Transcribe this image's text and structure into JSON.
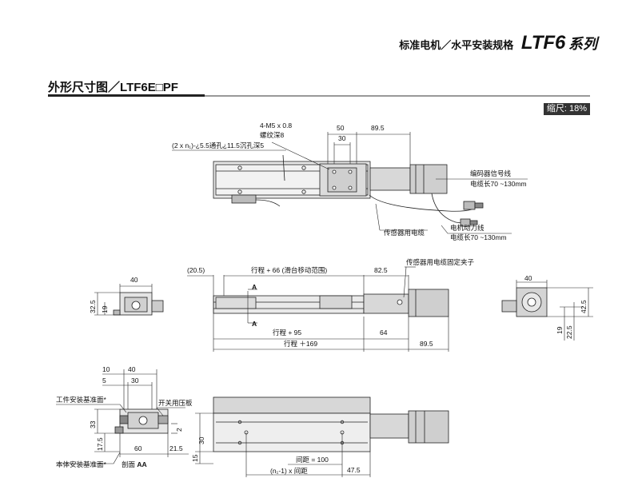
{
  "header": {
    "title": "标准电机／水平安装规格",
    "code": "LTF6",
    "series": "系列"
  },
  "section": {
    "title_prefix": "外形尺寸图／",
    "model": "LTF6E□PF"
  },
  "scale": "缩尺: 18%",
  "top_view": {
    "thread": "4-M5 x 0.8",
    "thread_depth": "螺纹深8",
    "holes": "(2 x n₁)-¿5.5通孔¿11.5沉孔深5",
    "dim_50": "50",
    "dim_30": "30",
    "dim_89_5": "89.5",
    "encoder_cable": "编码器信号线",
    "encoder_cable_len": "电缆长70 ~130mm",
    "power_cable": "电机动力线",
    "power_cable_len": "电缆长70 ~130mm",
    "sensor_cable": "传感器用电缆"
  },
  "side_view": {
    "dim_20_5": "(20.5)",
    "stroke_range": "行程 + 66 (滑台移动范围)",
    "dim_82_5": "82.5",
    "sensor_clip": "传感器用电缆固定夹子",
    "section_mark": "A",
    "stroke_95": "行程 + 95",
    "dim_64": "64",
    "stroke_169": "行程 ＋169",
    "dim_89_5": "89.5"
  },
  "left_end": {
    "dim_40": "40",
    "dim_32_5": "32.5",
    "dim_19": "19"
  },
  "right_end": {
    "dim_40": "40",
    "dim_42_5": "42.5",
    "dim_19": "19",
    "dim_22_5": "22.5"
  },
  "section_aa": {
    "dim_10": "10",
    "dim_40": "40",
    "dim_5": "5",
    "dim_30": "30",
    "work_ref": "工件安装基准面*",
    "switch_plate": "开关用压板",
    "dim_33": "33",
    "dim_2": "2",
    "dim_17_5": "17.5",
    "dim_60": "60",
    "dim_21_5": "21.5",
    "body_ref": "本体安装基准面*",
    "caption_prefix": "剖面 ",
    "caption_aa": "AA"
  },
  "bottom_view": {
    "dim_30": "30",
    "dim_15": "15",
    "pitch": "间距 = 100",
    "pitch_n": "(n₁-1) x 间距",
    "dim_47_5": "47.5"
  }
}
